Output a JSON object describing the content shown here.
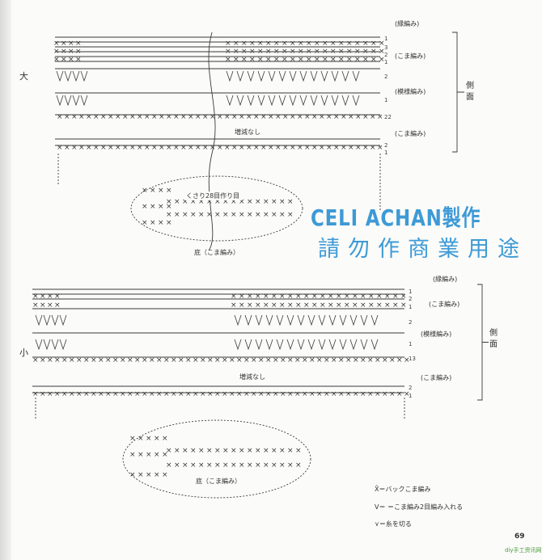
{
  "size_large": "大",
  "size_small": "小",
  "side_label": "側面",
  "top": {
    "edge_label": "(縁編み)",
    "sc_label_1": "(こま編み)",
    "pattern_label": "(模様編み)",
    "sc_label_2": "(こま編み)",
    "rows": [
      "1",
      "3",
      "2",
      "1",
      "2",
      "1",
      "22",
      "2",
      "1"
    ],
    "no_change": "増減なし",
    "chain_label": "くさり28目作り目",
    "bottom_label": "底（こま編み）"
  },
  "bottom": {
    "edge_label": "(縁編み)",
    "sc_label_1": "(こま編み)",
    "pattern_label": "(模様編み)",
    "sc_label_2": "(こま編み)",
    "rows": [
      "1",
      "2",
      "1",
      "2",
      "1",
      "13",
      "2",
      "1"
    ],
    "no_change": "増減なし",
    "bottom_label": "底（こま編み）"
  },
  "watermark": {
    "line1": "CELI ACHAN製作",
    "line2": "請勿作商業用途"
  },
  "legend": [
    {
      "symbol": "X̃",
      "text": "＝バックこま編み"
    },
    {
      "symbol": "V",
      "text": "＝ ＝こま編み2目編み入れる"
    },
    {
      "symbol": "⋎",
      "text": "＝糸を切る"
    }
  ],
  "page_number": "69",
  "site_logo": "diy手工资讯网"
}
